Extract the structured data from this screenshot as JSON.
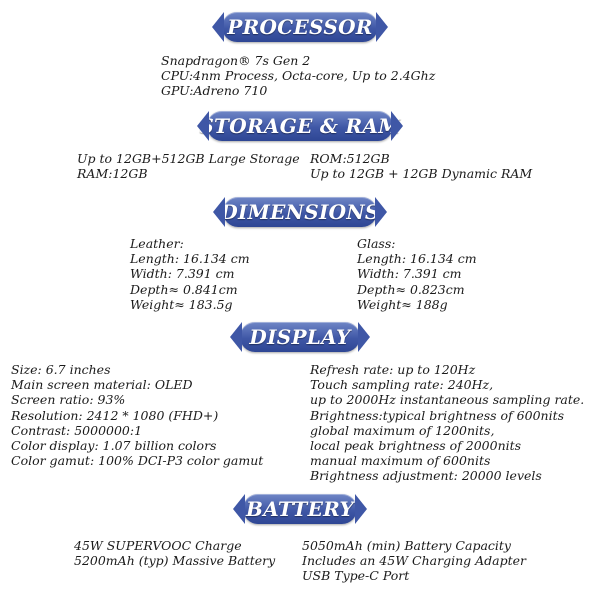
{
  "processor": {
    "title": "PROCESSOR",
    "lines": [
      "Snapdragon® 7s Gen 2",
      "CPU:4nm Process, Octa-core, Up to 2.4Ghz",
      "GPU:Adreno 710"
    ]
  },
  "storage": {
    "title": "STORAGE & RAM",
    "left": [
      "Up to 12GB+512GB Large Storage",
      "RAM:12GB"
    ],
    "right": [
      "ROM:512GB",
      "Up to 12GB + 12GB Dynamic RAM"
    ]
  },
  "dimensions": {
    "title": "DIMENSIONS",
    "left": [
      "Leather:",
      "Length: 16.134 cm",
      "Width: 7.391 cm",
      "Depth≈ 0.841cm",
      "Weight≈ 183.5g"
    ],
    "right": [
      "Glass:",
      "Length: 16.134 cm",
      "Width: 7.391 cm",
      "Depth≈ 0.823cm",
      "Weight≈ 188g"
    ]
  },
  "display": {
    "title": "DISPLAY",
    "left": [
      "Size: 6.7 inches",
      "Main screen material: OLED",
      "Screen ratio: 93%",
      "Resolution: 2412 * 1080 (FHD+)",
      "Contrast: 5000000:1",
      "Color display: 1.07 billion colors",
      "Color gamut: 100%  DCI-P3 color gamut"
    ],
    "right": [
      "Refresh rate: up to 120Hz",
      "Touch sampling rate: 240Hz,",
      "up to 2000Hz instantaneous sampling rate.",
      "Brightness:typical brightness of 600nits",
      "global maximum of 1200nits,",
      "local peak brightness of 2000nits",
      "manual maximum of 600nits",
      "Brightness adjustment: 20000 levels"
    ]
  },
  "battery": {
    "title": "BATTERY",
    "left": [
      "45W SUPERVOOC Charge",
      "5200mAh (typ) Massive Battery"
    ],
    "right": [
      "5050mAh (min) Battery Capacity",
      "Includes an 45W Charging Adapter",
      "USB Type-C Port"
    ]
  }
}
